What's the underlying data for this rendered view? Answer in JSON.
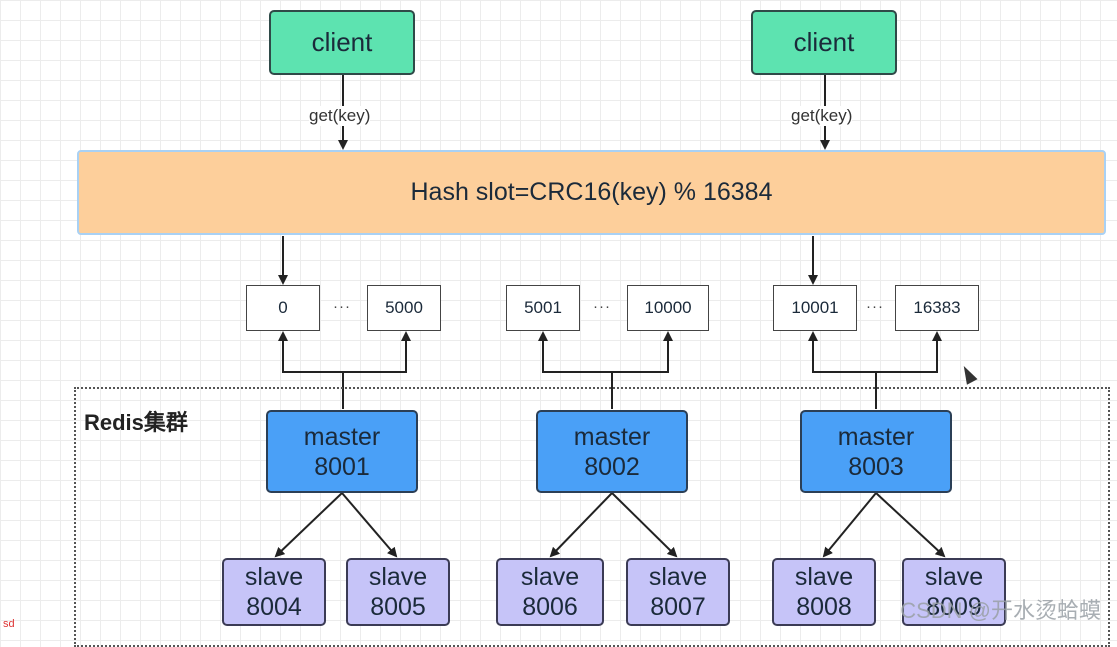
{
  "clients": [
    {
      "label": "client",
      "request": "get(key)"
    },
    {
      "label": "client",
      "request": "get(key)"
    }
  ],
  "hash": {
    "formula": "Hash slot=CRC16(key) % 16384"
  },
  "slot_groups": [
    {
      "start": "0",
      "ellipsis": "···",
      "end": "5000"
    },
    {
      "start": "5001",
      "ellipsis": "···",
      "end": "10000"
    },
    {
      "start": "10001",
      "ellipsis": "···",
      "end": "16383"
    }
  ],
  "cluster": {
    "title": "Redis集群"
  },
  "masters": [
    {
      "role": "master",
      "port": "8001"
    },
    {
      "role": "master",
      "port": "8002"
    },
    {
      "role": "master",
      "port": "8003"
    }
  ],
  "slaves": [
    {
      "role": "slave",
      "port": "8004"
    },
    {
      "role": "slave",
      "port": "8005"
    },
    {
      "role": "slave",
      "port": "8006"
    },
    {
      "role": "slave",
      "port": "8007"
    },
    {
      "role": "slave",
      "port": "8008"
    },
    {
      "role": "slave",
      "port": "8009"
    }
  ],
  "watermark": "CSDN @开水烫蛤蟆",
  "corner_mark": "sd",
  "colors": {
    "client": "#5de3b0",
    "hash": "#fdcf9b",
    "master": "#4aa0f7",
    "slave": "#c6c4f8"
  }
}
